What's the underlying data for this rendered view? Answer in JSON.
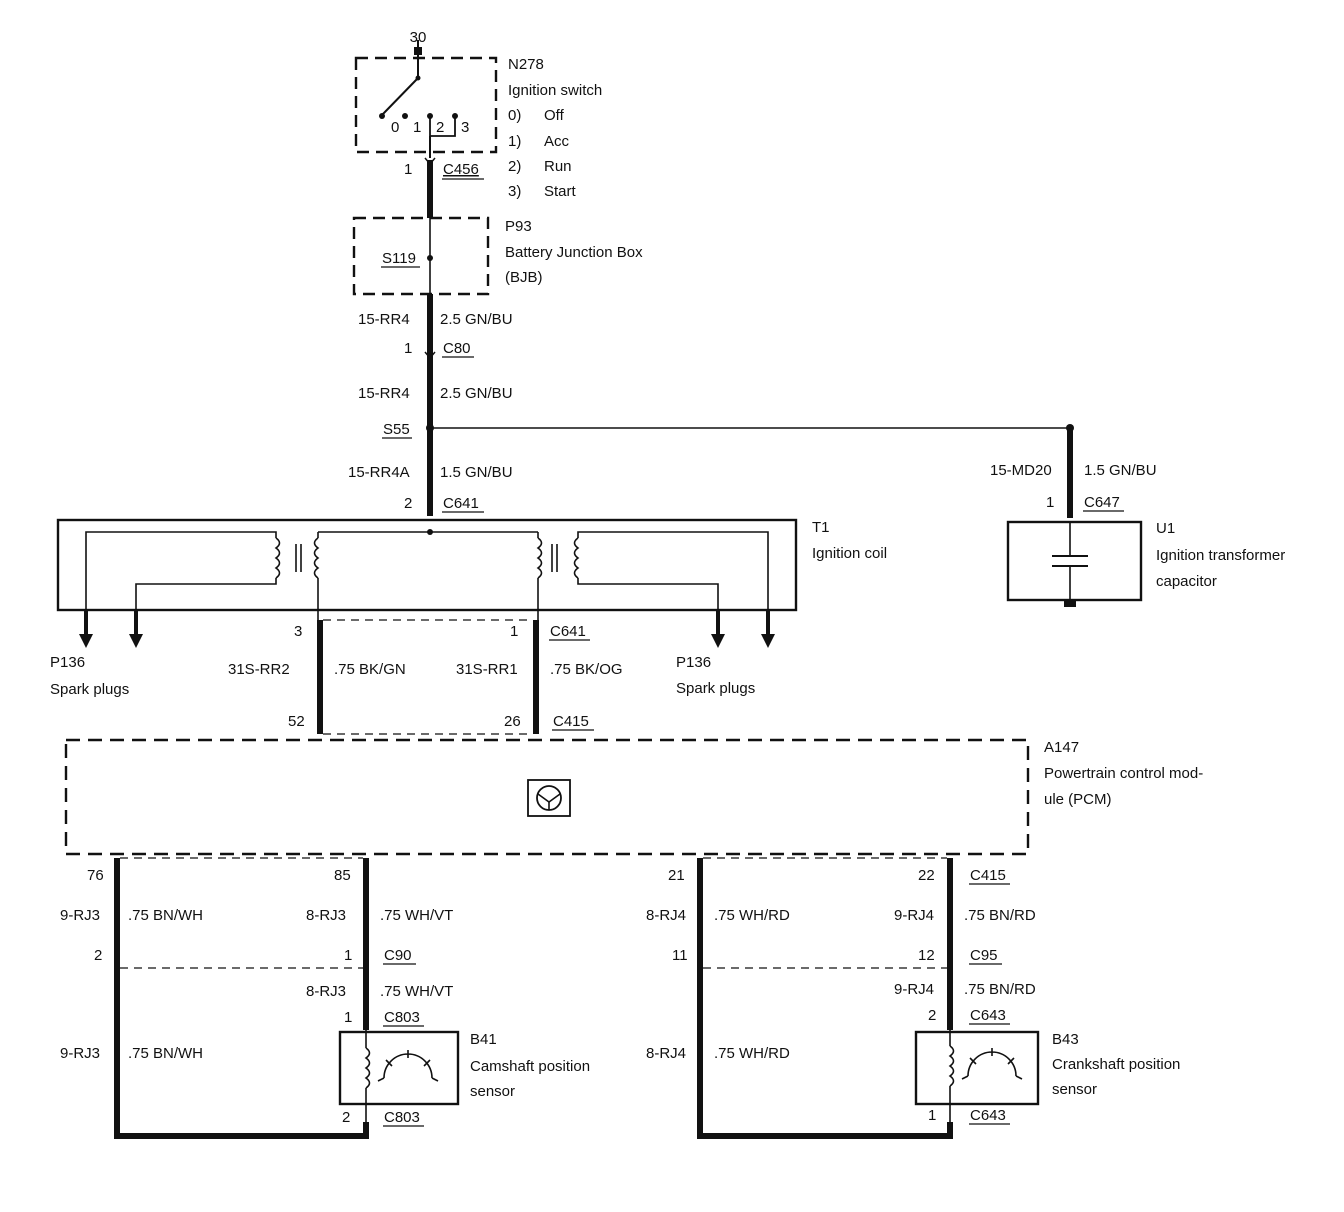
{
  "ignition_switch": {
    "terminal": "30",
    "id": "N278",
    "name": "Ignition switch",
    "positions": [
      {
        "num": "0)",
        "label": "Off"
      },
      {
        "num": "1)",
        "label": "Acc"
      },
      {
        "num": "2)",
        "label": "Run"
      },
      {
        "num": "3)",
        "label": "Start"
      }
    ],
    "pos_marks": [
      "0",
      "1",
      "2",
      "3"
    ],
    "pin": "1",
    "connector": "C456"
  },
  "bjb": {
    "id": "P93",
    "name": "Battery Junction Box",
    "abbr": "(BJB)",
    "splice": "S119"
  },
  "wires_main": [
    {
      "circuit": "15-RR4",
      "spec": "2.5 GN/BU"
    },
    {
      "circuit": "15-RR4",
      "spec": "2.5 GN/BU"
    },
    {
      "circuit": "15-RR4A",
      "spec": "1.5 GN/BU"
    }
  ],
  "c80": {
    "pin": "1",
    "connector": "C80"
  },
  "splice_s55": "S55",
  "c641_top": {
    "pin": "2",
    "connector": "C641"
  },
  "capacitor_branch": {
    "circuit": "15-MD20",
    "spec": "1.5 GN/BU",
    "pin": "1",
    "connector": "C647",
    "id": "U1",
    "name": "Ignition transformer",
    "name2": "capacitor"
  },
  "coil": {
    "id": "T1",
    "name": "Ignition coil"
  },
  "spark_plugs": {
    "id": "P136",
    "name": "Spark plugs"
  },
  "coil_outputs": {
    "left": {
      "pin": "3",
      "circuit": "31S-RR2",
      "spec": ".75 BK/GN",
      "pcm_pin": "52"
    },
    "right": {
      "pin": "1",
      "connector": "C641",
      "circuit": "31S-RR1",
      "spec": ".75 BK/OG",
      "pcm_pin": "26",
      "pcm_connector": "C415"
    }
  },
  "pcm": {
    "id": "A147",
    "name": "Powertrain control mod-",
    "name2": "ule (PCM)"
  },
  "cam_sensor": {
    "id": "B41",
    "name": "Camshaft position",
    "name2": "sensor",
    "pin_a": {
      "pcm_pin": "76",
      "circuit": "9-RJ3",
      "spec": ".75 BN/WH",
      "c_pin": "2"
    },
    "pin_b": {
      "pcm_pin": "85",
      "circuit": "8-RJ3",
      "spec": ".75 WH/VT",
      "c_pin": "1",
      "connector": "C90"
    },
    "lower_b": {
      "circuit": "8-RJ3",
      "spec": ".75 WH/VT",
      "pin": "1",
      "connector": "C803"
    },
    "lower_a": {
      "circuit": "9-RJ3",
      "spec": ".75 BN/WH",
      "pin": "2",
      "connector": "C803"
    }
  },
  "crank_sensor": {
    "id": "B43",
    "name": "Crankshaft position",
    "name2": "sensor",
    "pin_a": {
      "pcm_pin": "21",
      "circuit": "8-RJ4",
      "spec": ".75 WH/RD",
      "c_pin": "11"
    },
    "pin_b": {
      "pcm_pin": "22",
      "pcm_connector": "C415",
      "circuit": "9-RJ4",
      "spec": ".75 BN/RD",
      "c_pin": "12",
      "connector": "C95"
    },
    "lower_b": {
      "circuit": "9-RJ4",
      "spec": ".75 BN/RD",
      "pin": "2",
      "connector": "C643"
    },
    "lower_a": {
      "circuit": "8-RJ4",
      "spec": ".75 WH/RD",
      "pin": "1",
      "connector": "C643"
    }
  }
}
